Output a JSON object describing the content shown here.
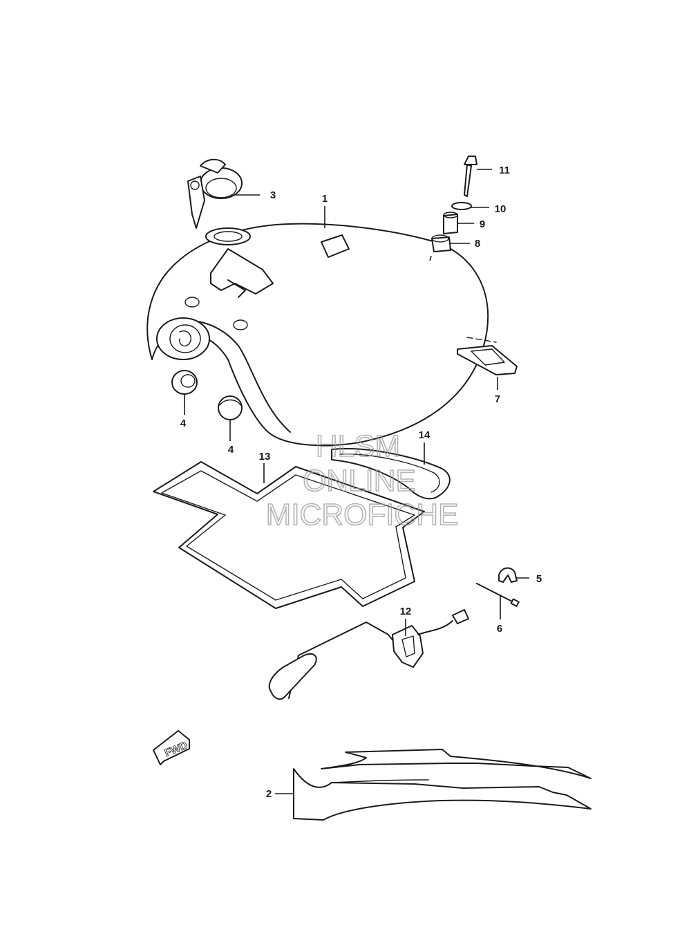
{
  "diagram": {
    "callouts": {
      "c1": "1",
      "c2": "2",
      "c3": "3",
      "c4a": "4",
      "c4b": "4",
      "c5": "5",
      "c6": "6",
      "c7": "7",
      "c8": "8",
      "c9": "9",
      "c10": "10",
      "c11": "11",
      "c12": "12",
      "c13": "13",
      "c14": "14"
    },
    "watermark": {
      "line1": "HLSM",
      "line2": "ONLINE",
      "line3": "MICROFICHE"
    },
    "fwd_label": "FWD"
  }
}
